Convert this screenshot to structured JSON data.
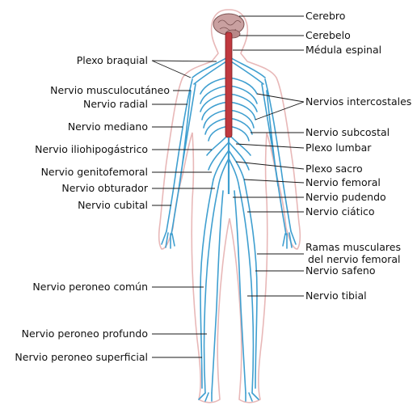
{
  "colors": {
    "body_outline": "#e8b8b8",
    "nerve": "#3f9fd0",
    "spinal_cord": "#c0393f",
    "brain": "#c9a0a0",
    "text": "#111111"
  },
  "labels": {
    "left": [
      "Plexo braquial",
      "Nervio musculocutáneo",
      "Nervio radial",
      "Nervio mediano",
      "Nervio iliohipogástrico",
      "Nervio genitofemoral",
      "Nervio obturador",
      "Nervio cubital",
      "Nervio peroneo común",
      "Nervio peroneo profundo",
      "Nervio peroneo superficial"
    ],
    "right": [
      "Cerebro",
      "Cerebelo",
      "Médula espinal",
      "Nervios intercostales",
      "Nervio subcostal",
      "Plexo lumbar",
      "Plexo sacro",
      "Nervio femoral",
      "Nervio pudendo",
      "Nervio ciático",
      "Ramas musculares",
      "del nervio femoral",
      "Nervio safeno",
      "Nervio tibial"
    ]
  }
}
